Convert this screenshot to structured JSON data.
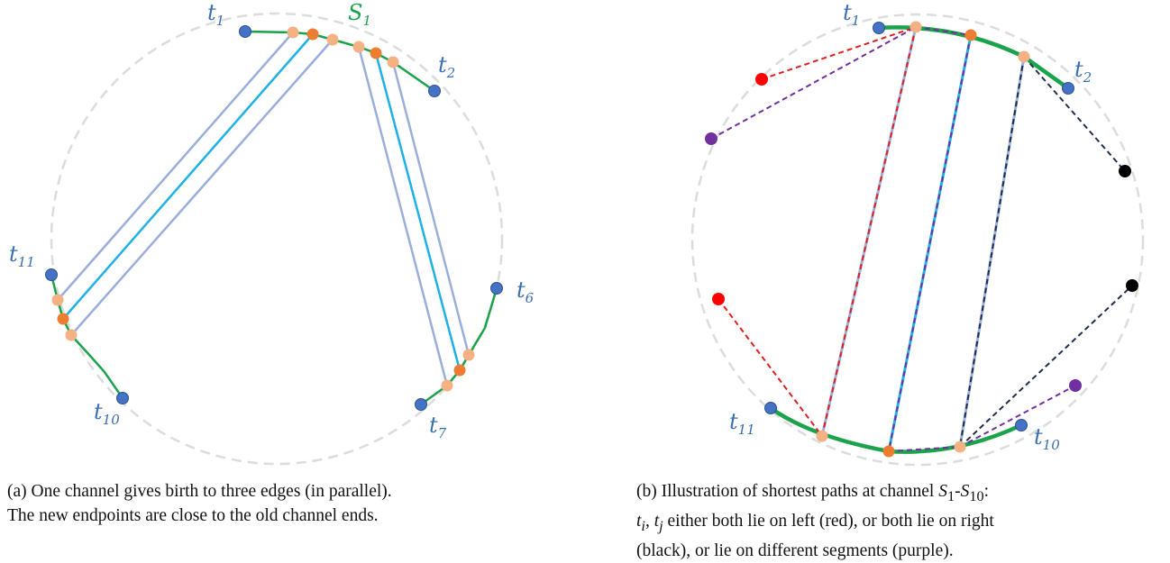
{
  "panel_a": {
    "labels": {
      "t1": {
        "base": "t",
        "sub": "1"
      },
      "t2": {
        "base": "t",
        "sub": "2"
      },
      "t6": {
        "base": "t",
        "sub": "6"
      },
      "t7": {
        "base": "t",
        "sub": "7"
      },
      "t10": {
        "base": "t",
        "sub": "10"
      },
      "t11": {
        "base": "t",
        "sub": "11"
      },
      "s1": {
        "base": "S",
        "sub": "1"
      }
    },
    "caption_line1": "(a) One channel gives birth to three edges (in parallel).",
    "caption_line2": "The new endpoints are close to the old channel ends."
  },
  "panel_b": {
    "labels": {
      "t1": {
        "base": "t",
        "sub": "1"
      },
      "t2": {
        "base": "t",
        "sub": "2"
      },
      "t10": {
        "base": "t",
        "sub": "10"
      },
      "t11": {
        "base": "t",
        "sub": "11"
      }
    },
    "caption": {
      "pre": "(b) Illustration of shortest paths at channel ",
      "s_a": "S",
      "s_a_sub": "1",
      "dash": "-",
      "s_b": "S",
      "s_b_sub": "10",
      "colon": ":",
      "ti": "t",
      "ti_sub": "i",
      "comma": ", ",
      "tj": "t",
      "tj_sub": "j",
      "line2_rest": " either both lie on left (red), or both lie on right",
      "line3": "(black), or lie on different segments (purple)."
    }
  },
  "colors": {
    "terminal": "#4472c4",
    "channel_end": "#ed7d31",
    "endpoint": "#f4b183",
    "green": "#1aa34a",
    "edge": "#9aaedb",
    "center_edge": "#1fb0e6",
    "red": "#ff0000",
    "black": "#000000",
    "purple": "#7030a0",
    "navy": "#1f2d4d",
    "circle": "#dcdcdc"
  }
}
